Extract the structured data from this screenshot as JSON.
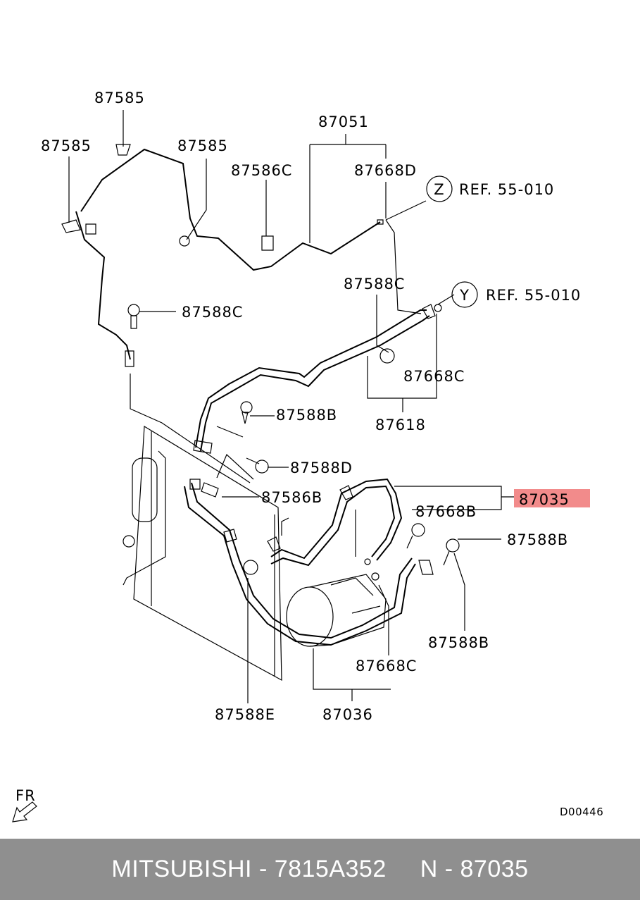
{
  "labels": {
    "l87585a": "87585",
    "l87585b": "87585",
    "l87585c": "87585",
    "l87051": "87051",
    "l87586c": "87586C",
    "l87668d": "87668D",
    "refz_circle": "Z",
    "refz_text": "REF. 55-010",
    "refy_circle": "Y",
    "refy_text": "REF. 55-010",
    "l87588c_top": "87588C",
    "l87588c_left": "87588C",
    "l87668c_upper": "87668C",
    "l87618": "87618",
    "l87588b_mid": "87588B",
    "l87588d": "87588D",
    "l87586b": "87586B",
    "l87035": "87035",
    "l87668b": "87668B",
    "l87588b_right": "87588B",
    "l87588b_low": "87588B",
    "l87668c_low": "87668C",
    "l87588e": "87588E",
    "l87036": "87036",
    "fr": "FR",
    "code": "D00446"
  },
  "highlight_color": "#f28b8b",
  "footer": {
    "brand_part": "MITSUBISHI - 7815A352",
    "ref": "N - 87035"
  }
}
